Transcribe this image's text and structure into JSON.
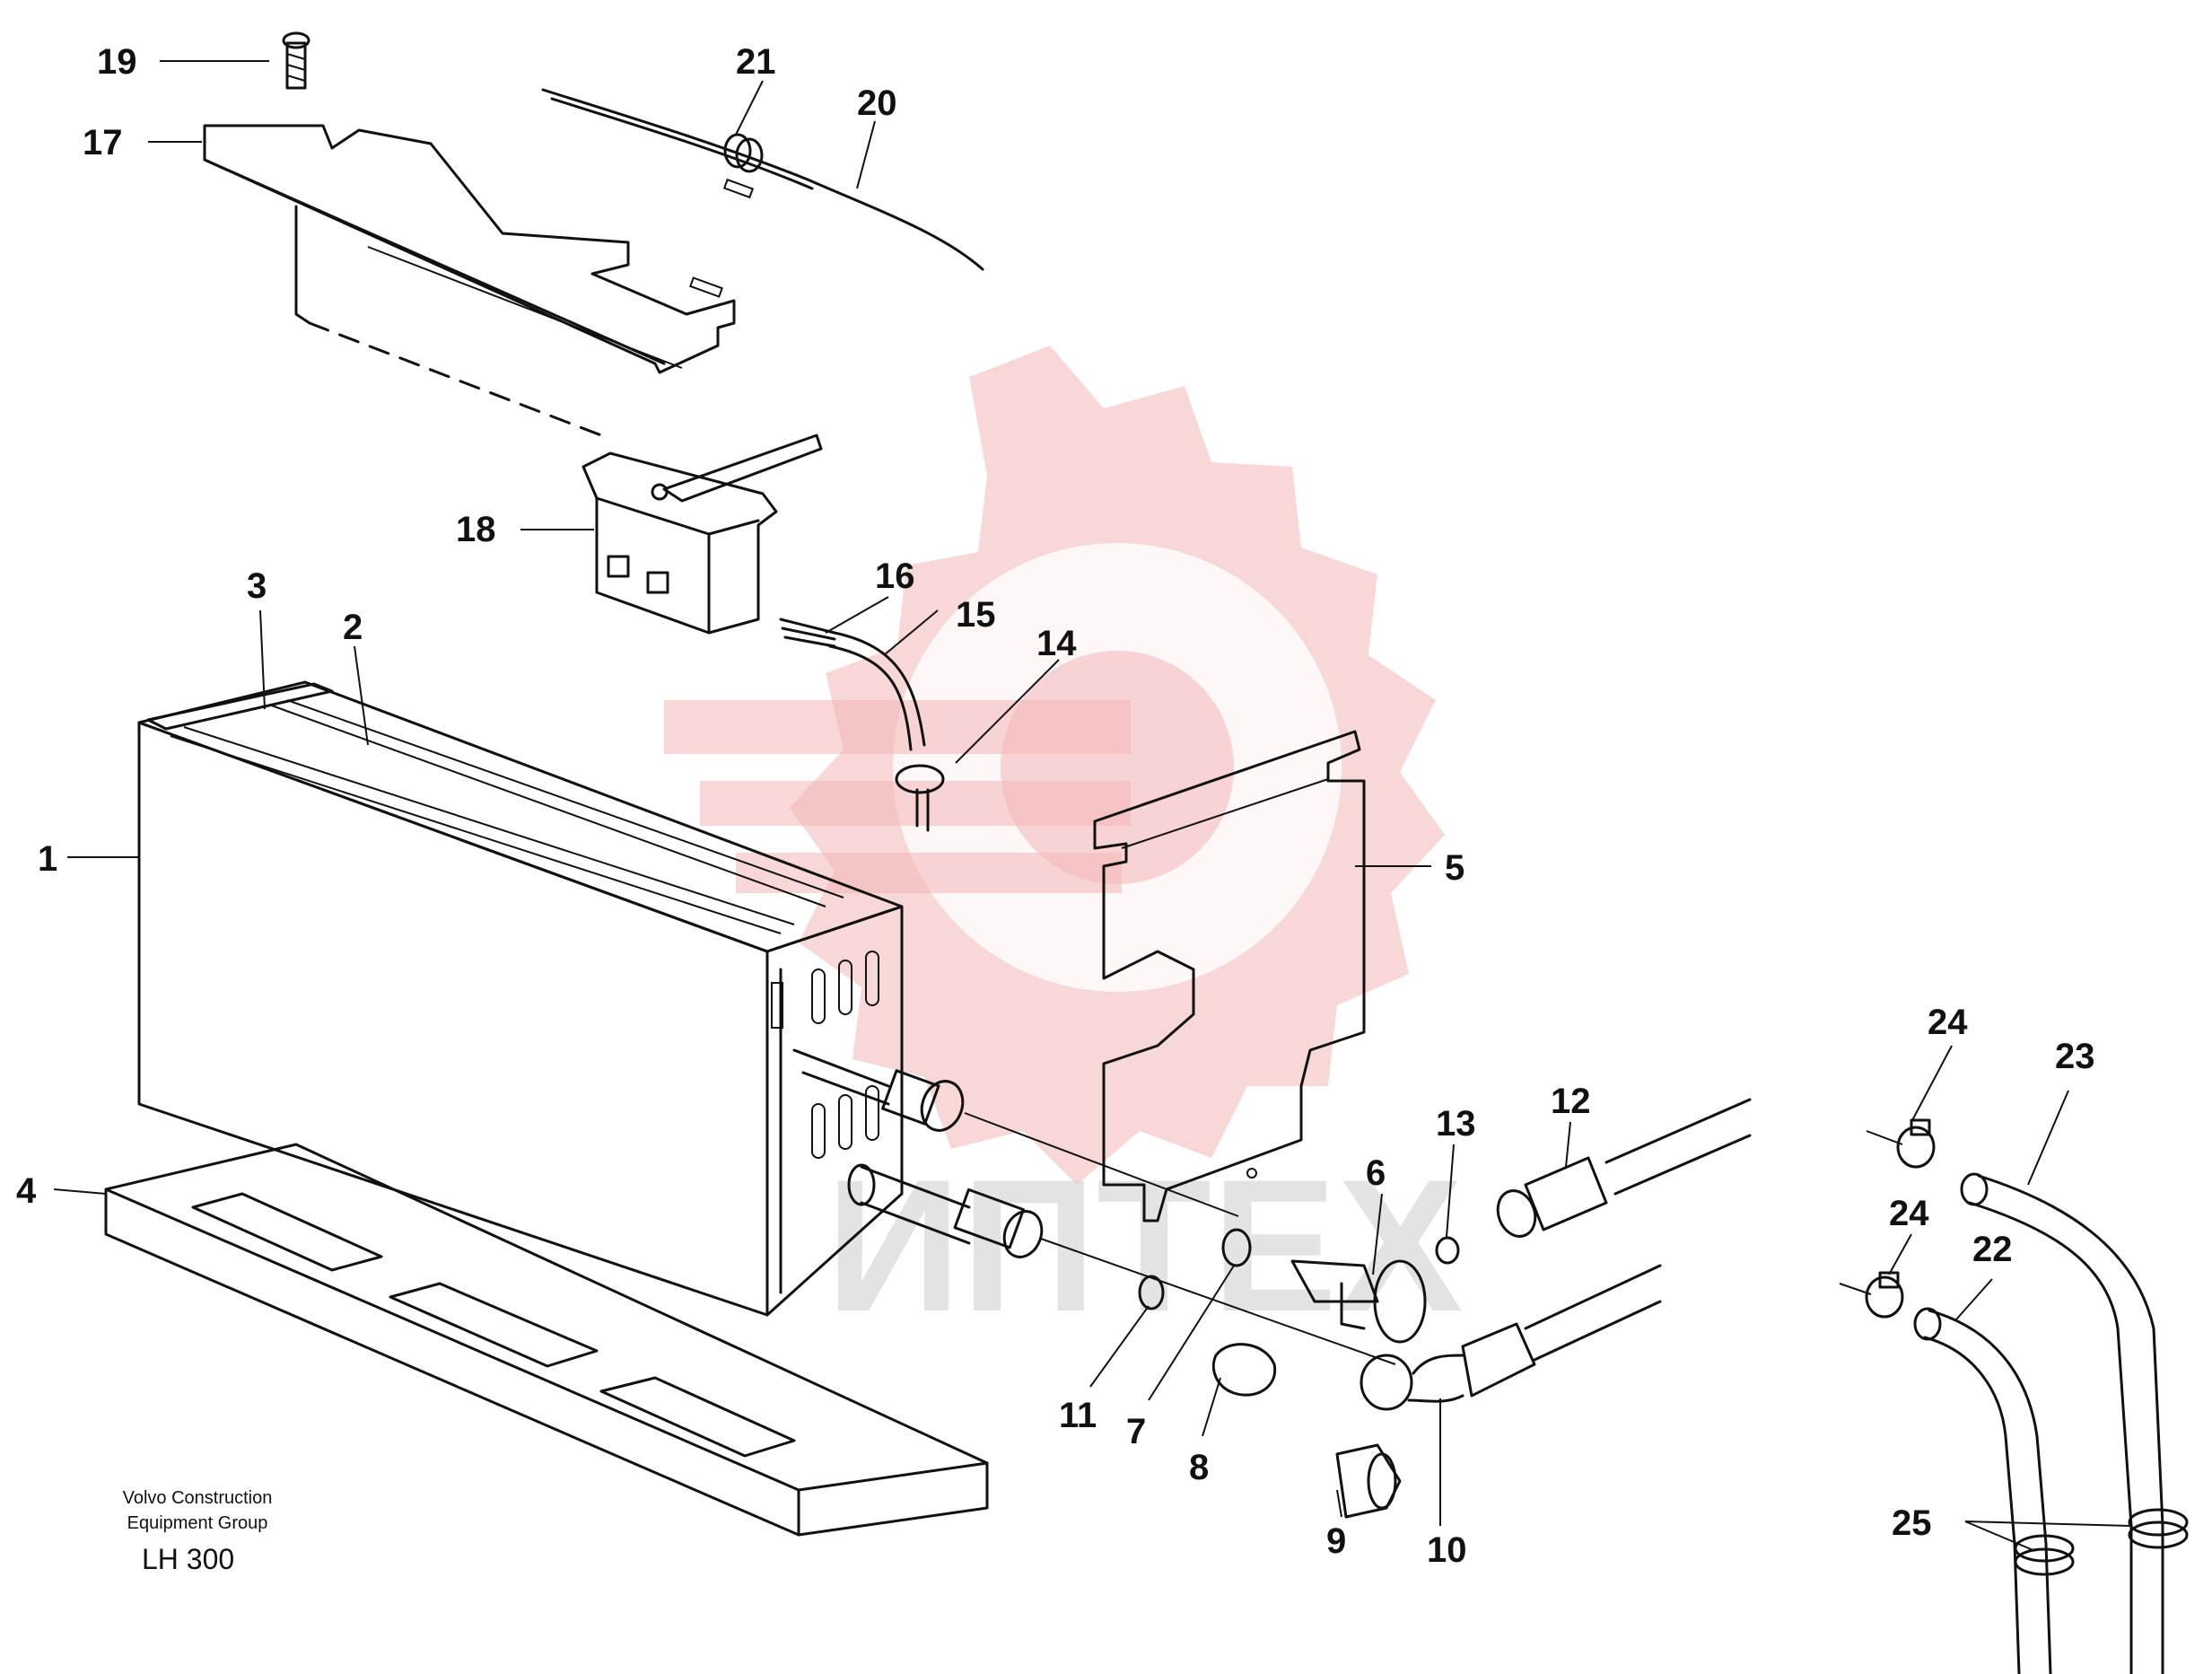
{
  "callouts": [
    {
      "id": "c1",
      "label": "1"
    },
    {
      "id": "c2",
      "label": "2"
    },
    {
      "id": "c3",
      "label": "3"
    },
    {
      "id": "c4",
      "label": "4"
    },
    {
      "id": "c5",
      "label": "5"
    },
    {
      "id": "c6",
      "label": "6"
    },
    {
      "id": "c7",
      "label": "7"
    },
    {
      "id": "c8",
      "label": "8"
    },
    {
      "id": "c9",
      "label": "9"
    },
    {
      "id": "c10",
      "label": "10"
    },
    {
      "id": "c11",
      "label": "11"
    },
    {
      "id": "c12",
      "label": "12"
    },
    {
      "id": "c13",
      "label": "13"
    },
    {
      "id": "c14",
      "label": "14"
    },
    {
      "id": "c15",
      "label": "15"
    },
    {
      "id": "c16",
      "label": "16"
    },
    {
      "id": "c17",
      "label": "17"
    },
    {
      "id": "c18",
      "label": "18"
    },
    {
      "id": "c19",
      "label": "19"
    },
    {
      "id": "c20",
      "label": "20"
    },
    {
      "id": "c21",
      "label": "21"
    },
    {
      "id": "c22",
      "label": "22"
    },
    {
      "id": "c23",
      "label": "23"
    },
    {
      "id": "c24a",
      "label": "24"
    },
    {
      "id": "c24b",
      "label": "24"
    },
    {
      "id": "c25",
      "label": "25"
    }
  ],
  "footer": {
    "company_line1": "Volvo Construction",
    "company_line2": "Equipment Group",
    "model": "LH 300"
  },
  "watermark": {
    "text": "ИПТЕХ",
    "color": "#f3b6b6"
  }
}
